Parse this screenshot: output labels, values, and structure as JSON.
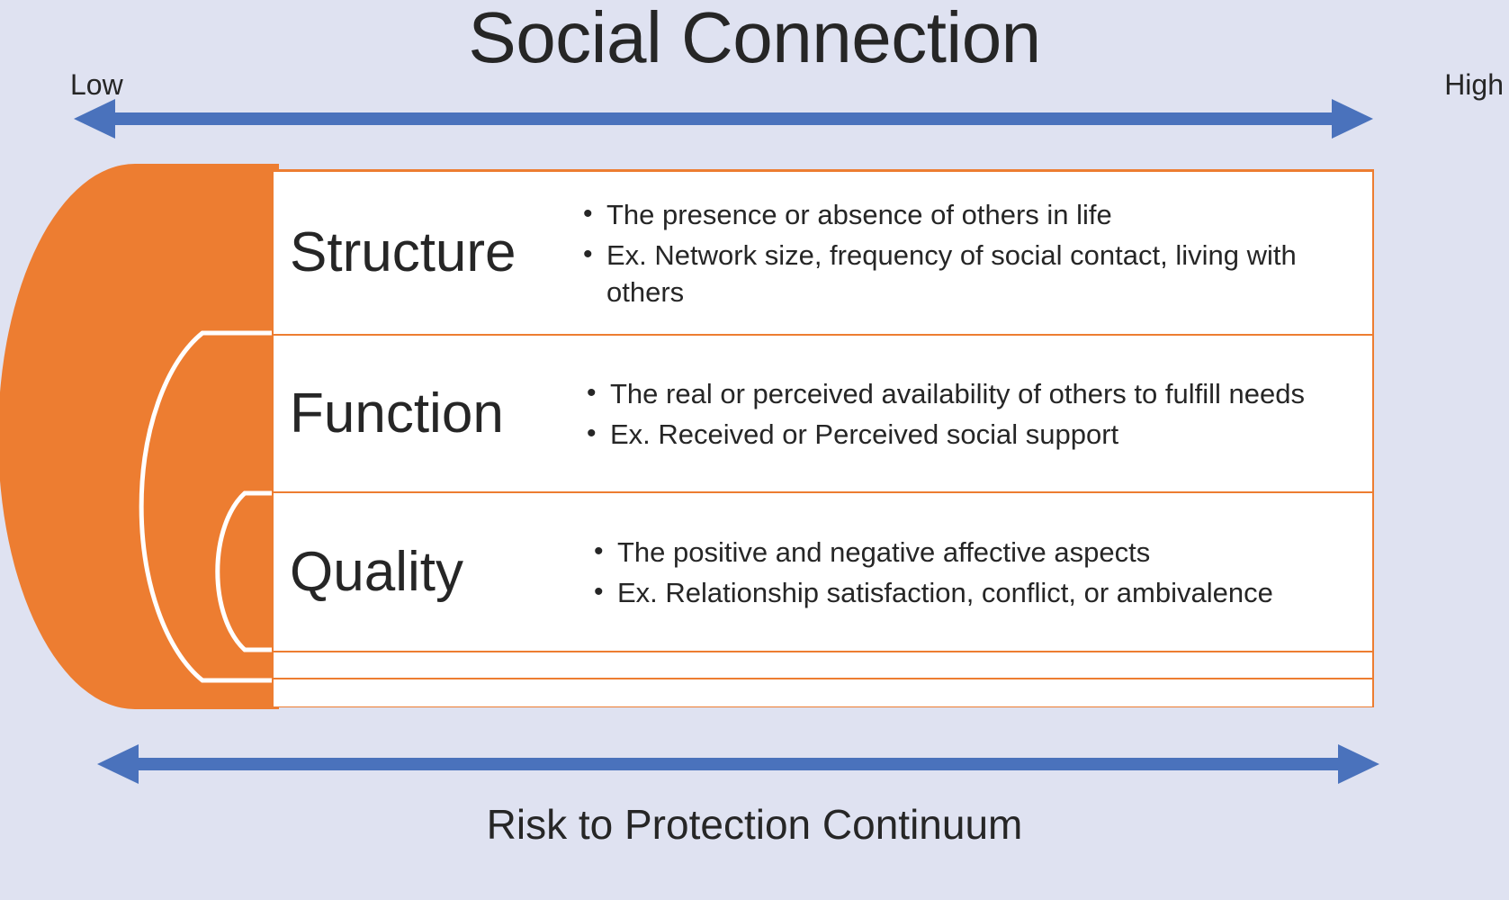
{
  "figure": {
    "title": "Social Connection",
    "caption": "Risk to Protection Continuum",
    "background_color": "#dfe2f1",
    "accent_orange": "#ED7D31",
    "accent_blue": "#4472C4",
    "text_color": "#262626"
  },
  "top_scale": {
    "low_label": "Low",
    "high_label": "High",
    "arrow_style": "double-headed"
  },
  "bottom_scale": {
    "label": "Risk to Protection Continuum",
    "arrow_style": "double-headed"
  },
  "rows": [
    {
      "category": "Structure",
      "bullets": [
        "The presence or absence of others in life",
        "Ex. Network size, frequency of social contact, living with others"
      ]
    },
    {
      "category": "Function",
      "bullets": [
        "The real or perceived availability of others to fulfill needs",
        "Ex. Received or Perceived social support"
      ]
    },
    {
      "category": "Quality",
      "bullets": [
        "The positive and negative affective aspects",
        "Ex. Relationship satisfaction, conflict, or ambivalence"
      ]
    },
    {
      "category": "",
      "bullets": []
    },
    {
      "category": "",
      "bullets": []
    }
  ],
  "arcs": {
    "count": 3,
    "description": "Three nested orange half-ellipses fanning left from the table edge",
    "color": "#ED7D31",
    "separator_color": "#ffffff"
  }
}
